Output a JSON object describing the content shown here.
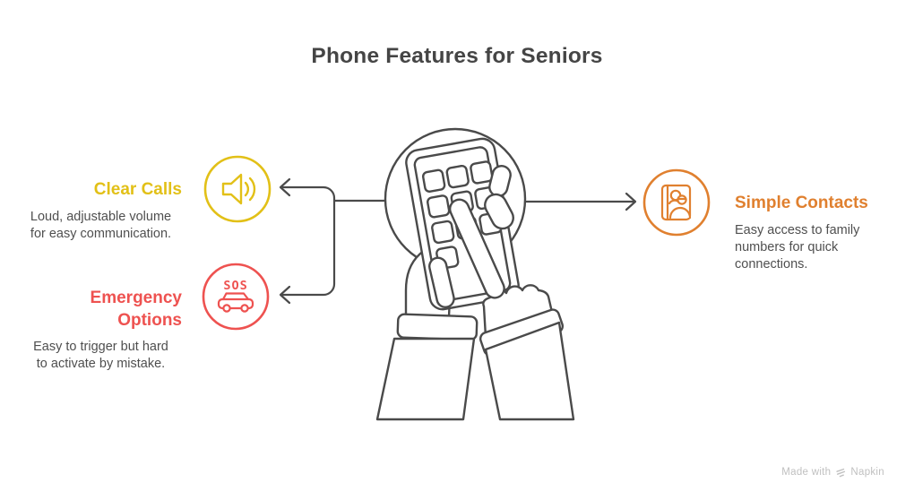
{
  "title": "Phone Features for Seniors",
  "features": {
    "clear_calls": {
      "label": "Clear Calls",
      "description": "Loud, adjustable volume\nfor easy communication.",
      "icon": "speaker-icon",
      "color": "#e2c017"
    },
    "emergency_options": {
      "label": "Emergency\nOptions",
      "description": "Easy to trigger but hard\nto activate by mistake.",
      "icon": "sos-car-icon",
      "badge_text": "SOS",
      "color": "#ee5250"
    },
    "simple_contacts": {
      "label": "Simple Contacts",
      "description": "Easy access to family\nnumbers for quick\nconnections.",
      "icon": "contact-book-icon",
      "color": "#e0802f"
    }
  },
  "center_illustration": "hands-using-phone-keypad",
  "watermark": {
    "prefix": "Made with",
    "brand": "Napkin"
  },
  "colors": {
    "title-text": "#454545",
    "body-text": "#4f4f4f",
    "line": "#4a4a4a",
    "accent-yellow": "#e2c017",
    "accent-red": "#ee5250",
    "accent-orange": "#e0802f",
    "watermark": "#c0c0c0"
  }
}
